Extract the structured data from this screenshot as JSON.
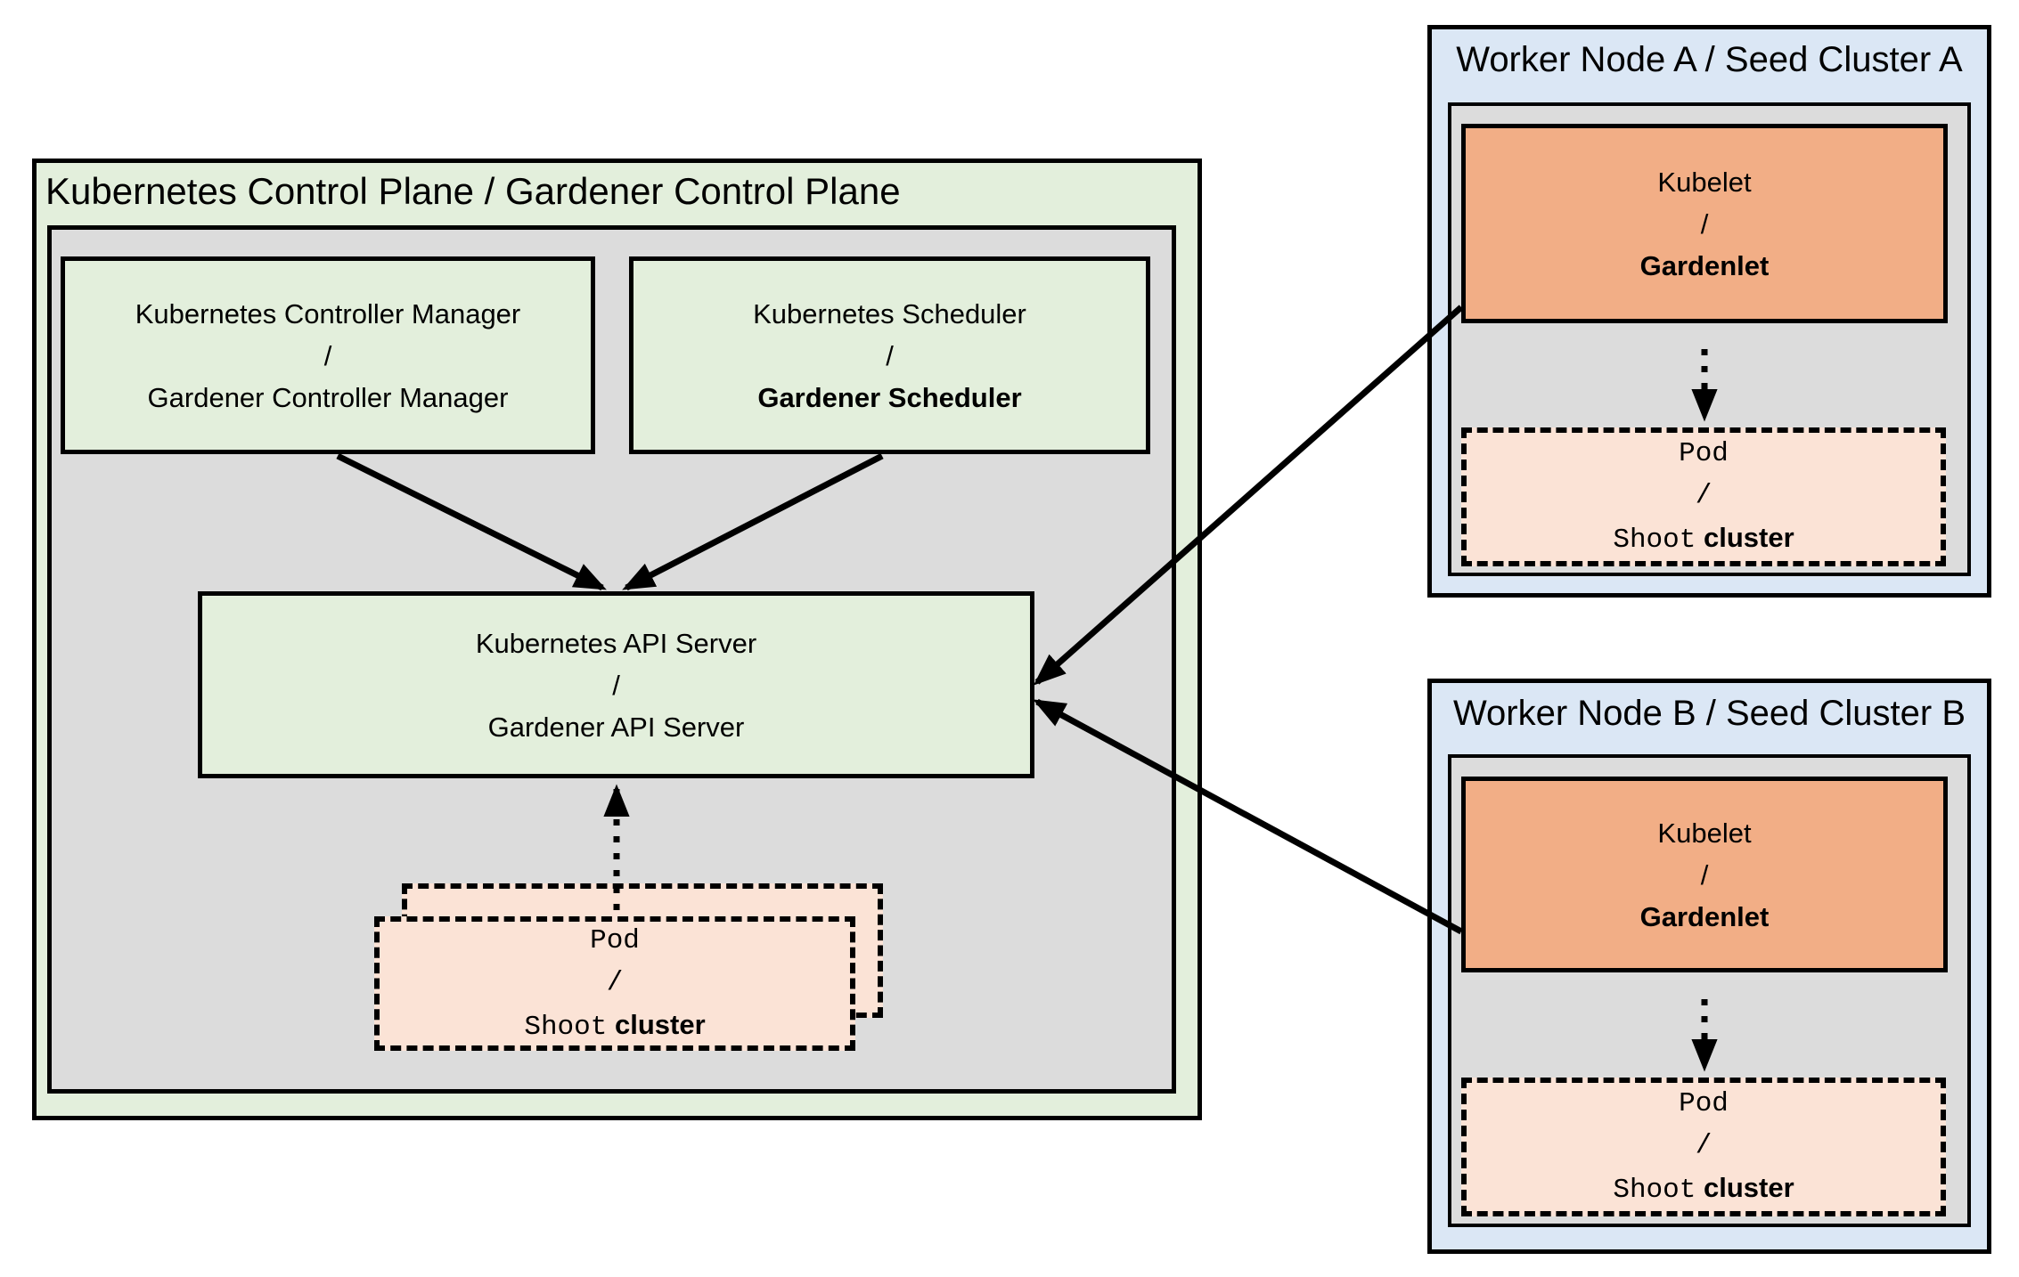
{
  "control_plane": {
    "title": "Kubernetes Control Plane / Gardener Control Plane",
    "controller_manager": {
      "top": "Kubernetes Controller Manager",
      "separator": "/",
      "bottom": "Gardener Controller Manager"
    },
    "scheduler": {
      "top": "Kubernetes Scheduler",
      "separator": "/",
      "bottom": "Gardener Scheduler"
    },
    "api_server": {
      "top": "Kubernetes API Server",
      "separator": "/",
      "bottom": "Gardener API Server"
    }
  },
  "worker_nodes": [
    {
      "title": "Worker Node A / Seed Cluster A"
    },
    {
      "title": "Worker Node B / Seed Cluster B"
    }
  ],
  "kubelet": {
    "top": "Kubelet",
    "separator": "/",
    "bottom": "Gardenlet"
  },
  "pod": {
    "top": "Pod",
    "separator": "/",
    "bottom_mono": "Shoot",
    "bottom_sans": "cluster"
  },
  "colors": {
    "control_plane_green": "#e3efdc",
    "panel_gray": "#dcdcdc",
    "component_green": "#e3efdc",
    "worker_blue": "#dbe7f5",
    "kubelet_orange": "#f2ae86",
    "pod_peach": "#fbe3d6",
    "line_black": "#000000"
  }
}
